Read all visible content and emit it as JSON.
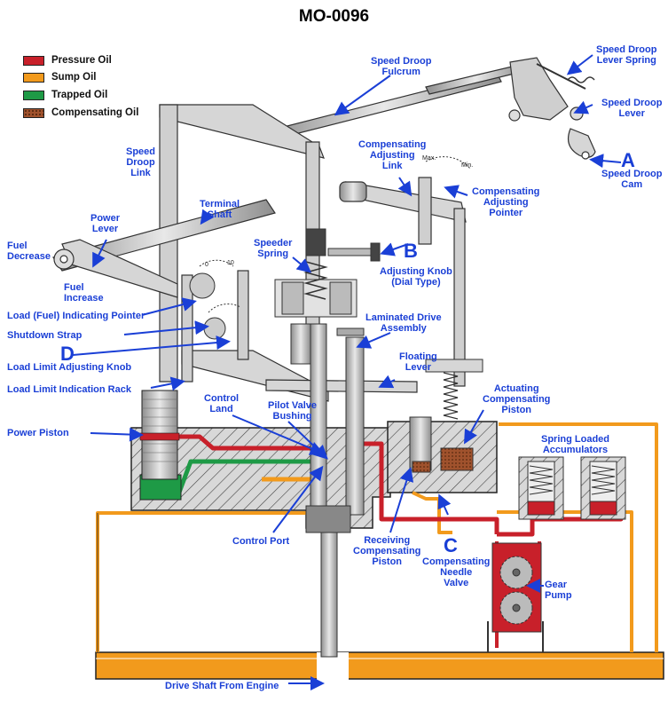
{
  "title": "MO-0096",
  "colors": {
    "pressure_oil": "#c8202a",
    "sump_oil": "#f29a1c",
    "trapped_oil": "#1e9a46",
    "compensating_oil": "#a0522d",
    "label_blue": "#1a3fd6",
    "metal": "#c9c9c9"
  },
  "legend": [
    {
      "label": "Pressure Oil",
      "color": "#c8202a",
      "pattern": "solid"
    },
    {
      "label": "Sump Oil",
      "color": "#f29a1c",
      "pattern": "solid"
    },
    {
      "label": "Trapped Oil",
      "color": "#1e9a46",
      "pattern": "solid"
    },
    {
      "label": "Compensating Oil",
      "color": "#a0522d",
      "pattern": "dotted"
    }
  ],
  "labels": {
    "speed_droop_fulcrum": "Speed Droop\nFulcrum",
    "speed_droop_lever_spring": "Speed Droop\nLever Spring",
    "speed_droop_lever": "Speed Droop\nLever",
    "speed_droop_cam": "Speed Droop\nCam",
    "speed_droop_link": "Speed\nDroop\nLink",
    "compensating_adjusting_link": "Compensating\nAdjusting\nLink",
    "compensating_adjusting_pointer": "Compensating\nAdjusting\nPointer",
    "dial_max": "Max.",
    "dial_min": "Min.",
    "terminal_shaft": "Terminal\nShaft",
    "power_lever": "Power\nLever",
    "fuel_decrease": "Fuel\nDecrease",
    "fuel_increase": "Fuel\nIncrease",
    "speeder_spring": "Speeder\nSpring",
    "adjusting_knob": "Adjusting Knob\n(Dial Type)",
    "load_indicating_pointer": "Load (Fuel) Indicating Pointer",
    "shutdown_strap": "Shutdown Strap",
    "load_limit_adjusting_knob": "Load Limit Adjusting Knob",
    "load_limit_indication_rack": "Load Limit Indication Rack",
    "laminated_drive_assembly": "Laminated Drive\nAssembly",
    "floating_lever": "Floating\nLever",
    "actuating_compensating_piston": "Actuating\nCompensating\nPiston",
    "control_land": "Control\nLand",
    "pilot_valve_bushing": "Pilot Valve\nBushing",
    "power_piston": "Power Piston",
    "spring_loaded_accumulators": "Spring Loaded\nAccumulators",
    "control_port": "Control Port",
    "receiving_compensating_piston": "Receiving\nCompensating\nPiston",
    "compensating_needle_valve": "Compensating\nNeedle\nValve",
    "gear_pump": "Gear\nPump",
    "drive_shaft": "Drive Shaft From Engine",
    "scale_0": "0",
    "scale_10": "10"
  },
  "callouts": {
    "a": "A",
    "b": "B",
    "c": "C",
    "d": "D"
  }
}
